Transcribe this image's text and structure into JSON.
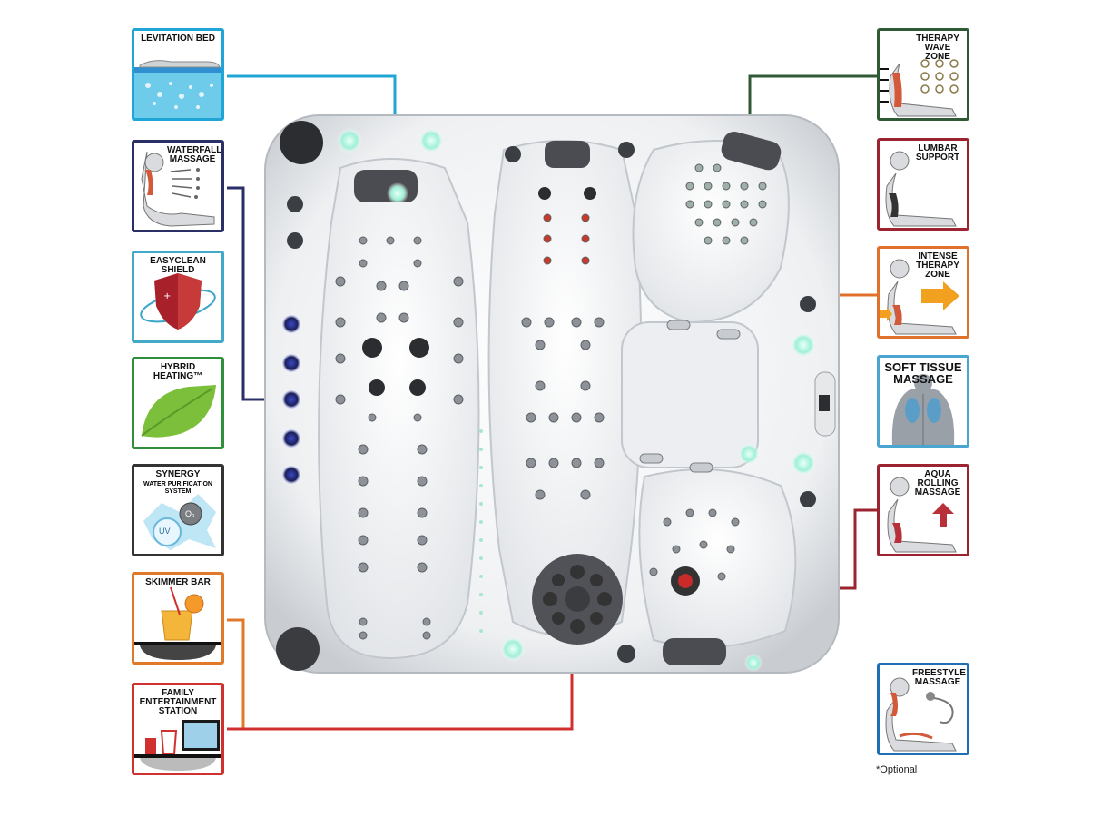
{
  "features_left": [
    {
      "label": "LEVITATION BED",
      "color": "#1fa6d6"
    },
    {
      "label": "WATERFALL MASSAGE",
      "color": "#2a2f66"
    },
    {
      "label": "EASYCLEAN SHIELD",
      "color": "#42a9c9"
    },
    {
      "label": "HYBRID HEATING™",
      "color": "#2f8f3a"
    },
    {
      "label": "SYNERGY",
      "sub": "WATER PURIFICATION SYSTEM",
      "uv": "UV",
      "o3": "O₃",
      "color": "#333333"
    },
    {
      "label": "SKIMMER BAR",
      "color": "#e07a2a"
    },
    {
      "label": "FAMILY ENTERTAINMENT STATION",
      "color": "#d0302e"
    }
  ],
  "features_right": [
    {
      "label": "THERAPY WAVE ZONE",
      "color": "#2f5a35"
    },
    {
      "label": "LUMBAR SUPPORT",
      "color": "#9b2430"
    },
    {
      "label": "INTENSE THERAPY ZONE",
      "color": "#e0702a"
    },
    {
      "label": "SOFT TISSUE MASSAGE",
      "color": "#4aa6d0"
    },
    {
      "label": "AQUA ROLLING MASSAGE",
      "color": "#9b2430"
    },
    {
      "label": "FREESTYLE MASSAGE",
      "color": "#1f6fb5"
    }
  ],
  "footnote": "*Optional"
}
